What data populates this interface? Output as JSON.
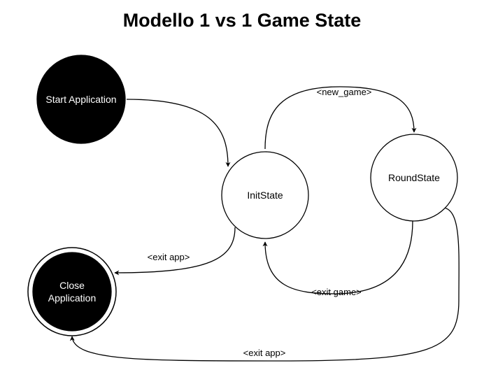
{
  "title": "Modello 1 vs 1 Game State",
  "nodes": {
    "start": {
      "label": "Start Application"
    },
    "close": {
      "label_line1": "Close",
      "label_line2": "Application"
    },
    "init": {
      "label": "InitState"
    },
    "round": {
      "label": "RoundState"
    }
  },
  "edges": {
    "new_game": "<new_game>",
    "exit_game": "<exit game>",
    "exit_app_init": "<exit app>",
    "exit_app_round": "<exit app>"
  },
  "colors": {
    "stroke": "#000000",
    "terminal_fill": "#000000",
    "terminal_text": "#ffffff",
    "state_fill": "#ffffff",
    "state_text": "#000000"
  }
}
